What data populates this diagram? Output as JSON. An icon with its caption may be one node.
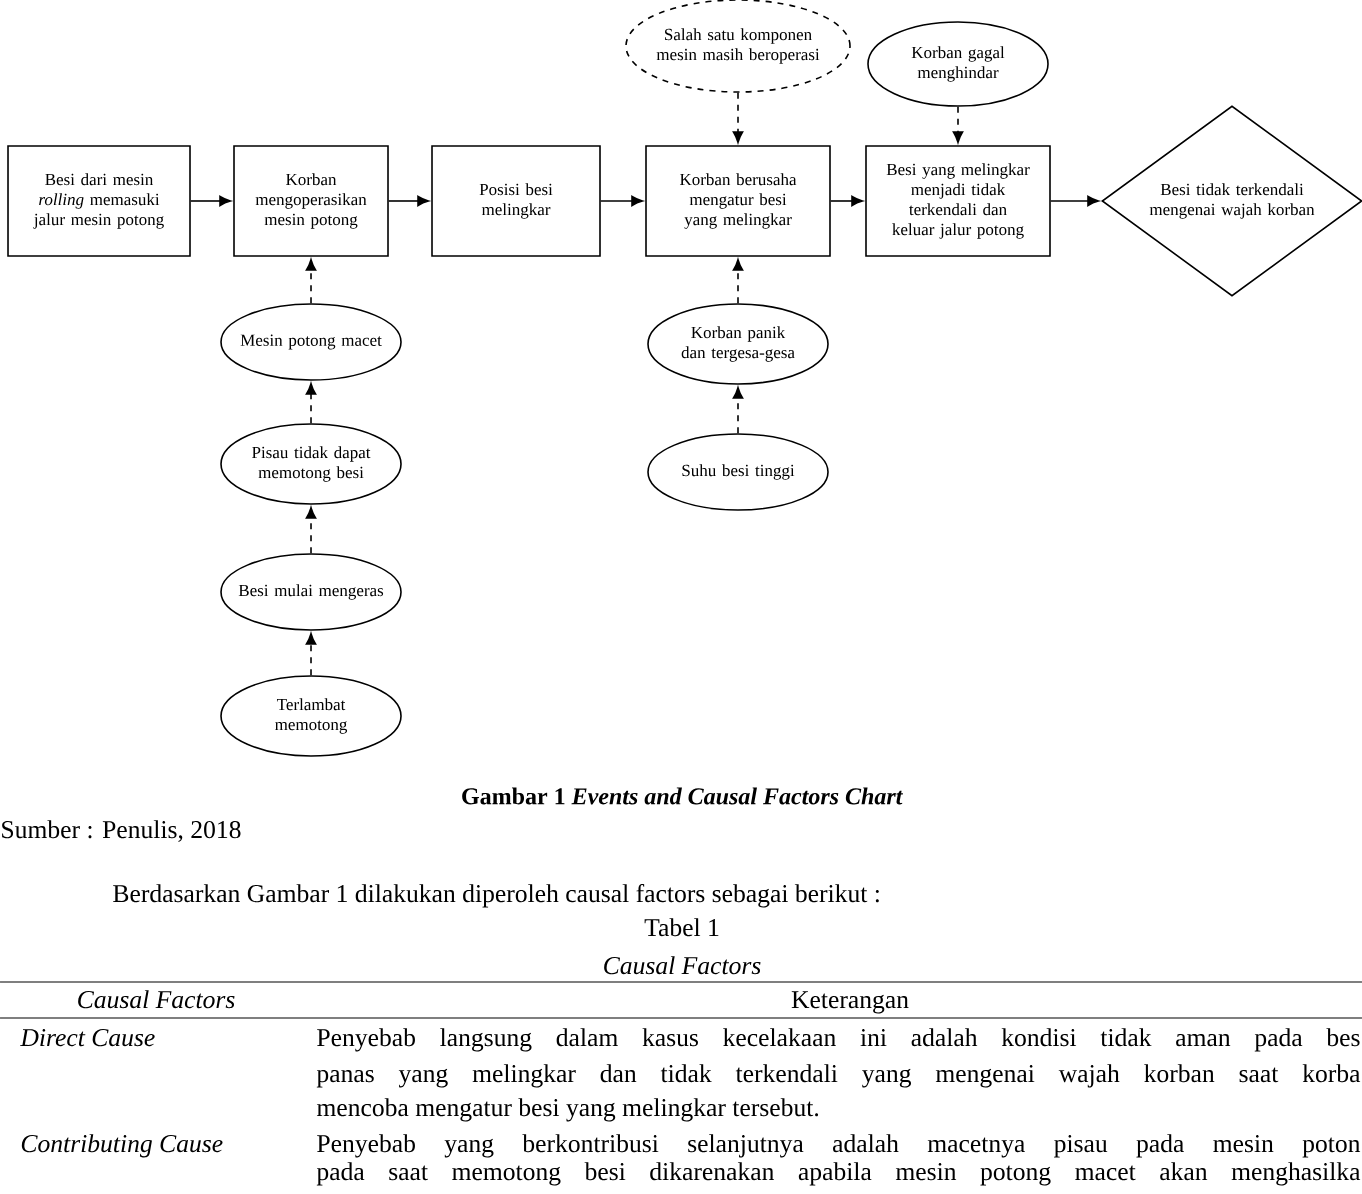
{
  "diagram": {
    "caption": "Gambar 1 *Events and Causal Factors Chart*",
    "nodes": [
      {
        "text": [
          "Besi dari mesin *rolling* memasuki jalur mesin potong"
        ]
      },
      {
        "text": [
          "Korban mengoperasikan mesin potong"
        ]
      },
      {
        "text": [
          "Posisi besi melingkar"
        ]
      },
      {
        "text": [
          "Salah satu komponen mesin masih beroperasi"
        ]
      },
      {
        "text": [
          "Korban gagal menghindar"
        ]
      },
      {
        "text": [
          "Korban berusaha mengatur besi yang melingkar"
        ]
      },
      {
        "text": [
          "Besi yang melingkar menjadi tidak terkendali dan keluar jalur potong"
        ]
      },
      {
        "text": [
          "Besi tidak terkendali mengenai wajah korban"
        ]
      },
      {
        "text": [
          "Mesin potong macet"
        ]
      },
      {
        "text": [
          "Korban panik dan tergesa-gesa"
        ]
      },
      {
        "text": [
          "Pisau tidak dapat memotong besi"
        ]
      },
      {
        "text": [
          "Suhu besi tinggi"
        ]
      },
      {
        "text": [
          "Besi mulai mengeras"
        ]
      },
      {
        "text": [
          "Terlambat memotong"
        ]
      }
    ],
    "edges": [
      {
        "from": 0,
        "to": 1,
        "arrow": "to"
      },
      {
        "from": 1,
        "to": 2,
        "arrow": "to"
      },
      {
        "from": 2,
        "to": 5,
        "arrow": "to"
      },
      {
        "from": 5,
        "to": 6,
        "arrow": "to"
      },
      {
        "from": 6,
        "to": 7,
        "arrow": "to"
      },
      {
        "from": 3,
        "to": 5,
        "arrow": "to",
        "style": "dashed"
      },
      {
        "from": 4,
        "to": 6,
        "arrow": "to",
        "style": "dashed"
      },
      {
        "from": 8,
        "to": 1,
        "arrow": "to",
        "style": "dashed"
      },
      {
        "from": 9,
        "to": 5,
        "arrow": "to",
        "style": "dashed"
      },
      {
        "from": 10,
        "to": 8,
        "arrow": "to",
        "style": "dashed"
      },
      {
        "from": 11,
        "to": 9,
        "arrow": "to",
        "style": "dashed"
      },
      {
        "from": 12,
        "to": 10,
        "arrow": "to",
        "style": "dashed"
      },
      {
        "from": 13,
        "to": 12,
        "arrow": "to",
        "style": "dashed"
      }
    ],
    "labels": [
      "Sumber : Penulis, 2018",
      "Berdasarkan Gambar 1 dilakukan diperoleh causal factors sebagai berikut :",
      "Tabel 1",
      "Causal Factors",
      "Causal Factors",
      "Keterangan",
      "Direct Cause",
      "Penyebab langsung dalam kasus kecelakaan ini adalah kondisi tidak aman pada bes",
      "panas yang melingkar dan tidak terkendali yang mengenai wajah korban saat korba",
      "mencoba mengatur besi yang melingkar tersebut.",
      "Contributing Cause",
      "Penyebab yang berkontribusi selanjutnya adalah macetnya pisau pada mesin poton",
      "pada saat memotong besi dikarenakan apabila mesin potong macet akan menghasilka"
    ]
  }
}
